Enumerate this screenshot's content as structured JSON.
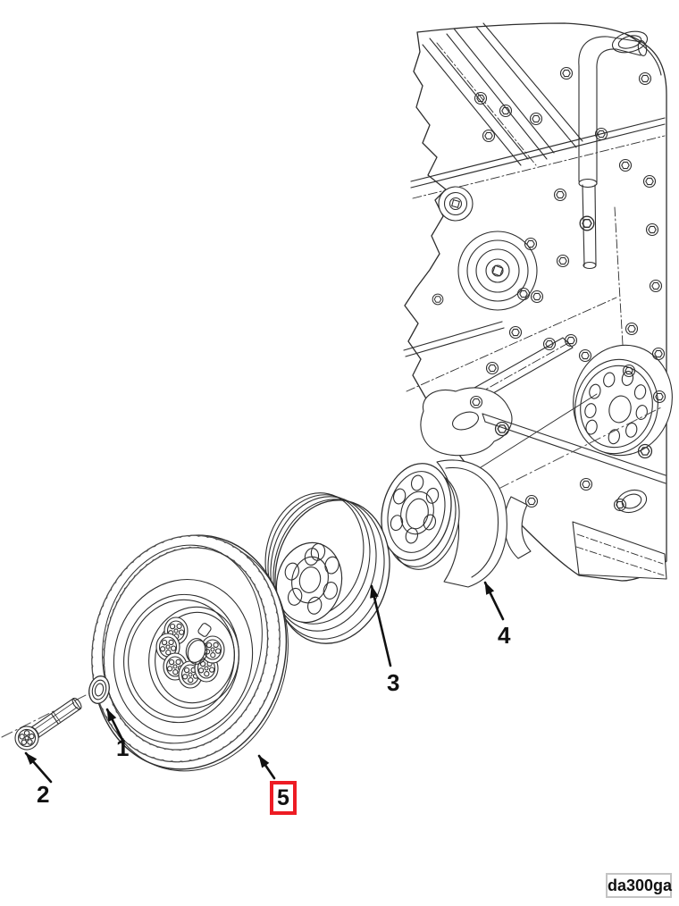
{
  "diagram": {
    "callouts": [
      {
        "label": "1",
        "highlighted": false
      },
      {
        "label": "2",
        "highlighted": false
      },
      {
        "label": "3",
        "highlighted": false
      },
      {
        "label": "4",
        "highlighted": false
      },
      {
        "label": "5",
        "highlighted": true
      }
    ],
    "figure_code": "da300ga",
    "colors": {
      "line": "#2e2e2e",
      "highlight_box": "#ed1c24",
      "code_box_border": "#c3c3c3",
      "background": "#ffffff"
    }
  }
}
